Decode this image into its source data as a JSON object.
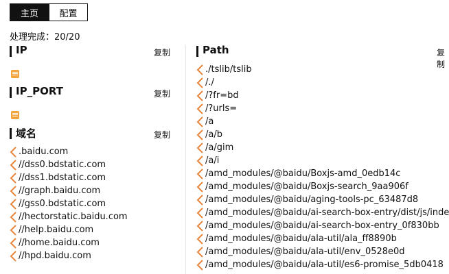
{
  "tabs": [
    {
      "label": "主页",
      "active": true
    },
    {
      "label": "配置",
      "active": false
    }
  ],
  "status": "处理完成：20/20",
  "copy_label": "复制",
  "sections": {
    "ip": {
      "title": "IP"
    },
    "ip_port": {
      "title": "IP_PORT"
    },
    "domain": {
      "title": "域名",
      "items": [
        ".baidu.com",
        "//dss0.bdstatic.com",
        "//dss1.bdstatic.com",
        "//graph.baidu.com",
        "//gss0.bdstatic.com",
        "//hectorstatic.baidu.com",
        "//help.baidu.com",
        "//home.baidu.com",
        "//hpd.baidu.com"
      ]
    },
    "path": {
      "title": "Path",
      "items": [
        "./tslib/tslib",
        "/./",
        "/?fr=bd",
        "/?urls=",
        "/a",
        "/a/b",
        "/a/gim",
        "/a/i",
        "/amd_modules/@baidu/Boxjs-amd_0edb14c",
        "/amd_modules/@baidu/Boxjs-search_9aa906f",
        "/amd_modules/@baidu/aging-tools-pc_63487d8",
        "/amd_modules/@baidu/ai-search-box-entry/dist/js/inde",
        "/amd_modules/@baidu/ai-search-box-entry_0f830bb",
        "/amd_modules/@baidu/ala-util/ala_ff8890b",
        "/amd_modules/@baidu/ala-util/env_0528e0d",
        "/amd_modules/@baidu/ala-util/es6-promise_5db0418"
      ]
    }
  },
  "colors": {
    "chevron": "#e8853a",
    "empty_icon": "#f2a33c"
  },
  "icons": {
    "item": "chevron-left-icon",
    "empty": "empty-list-icon"
  }
}
